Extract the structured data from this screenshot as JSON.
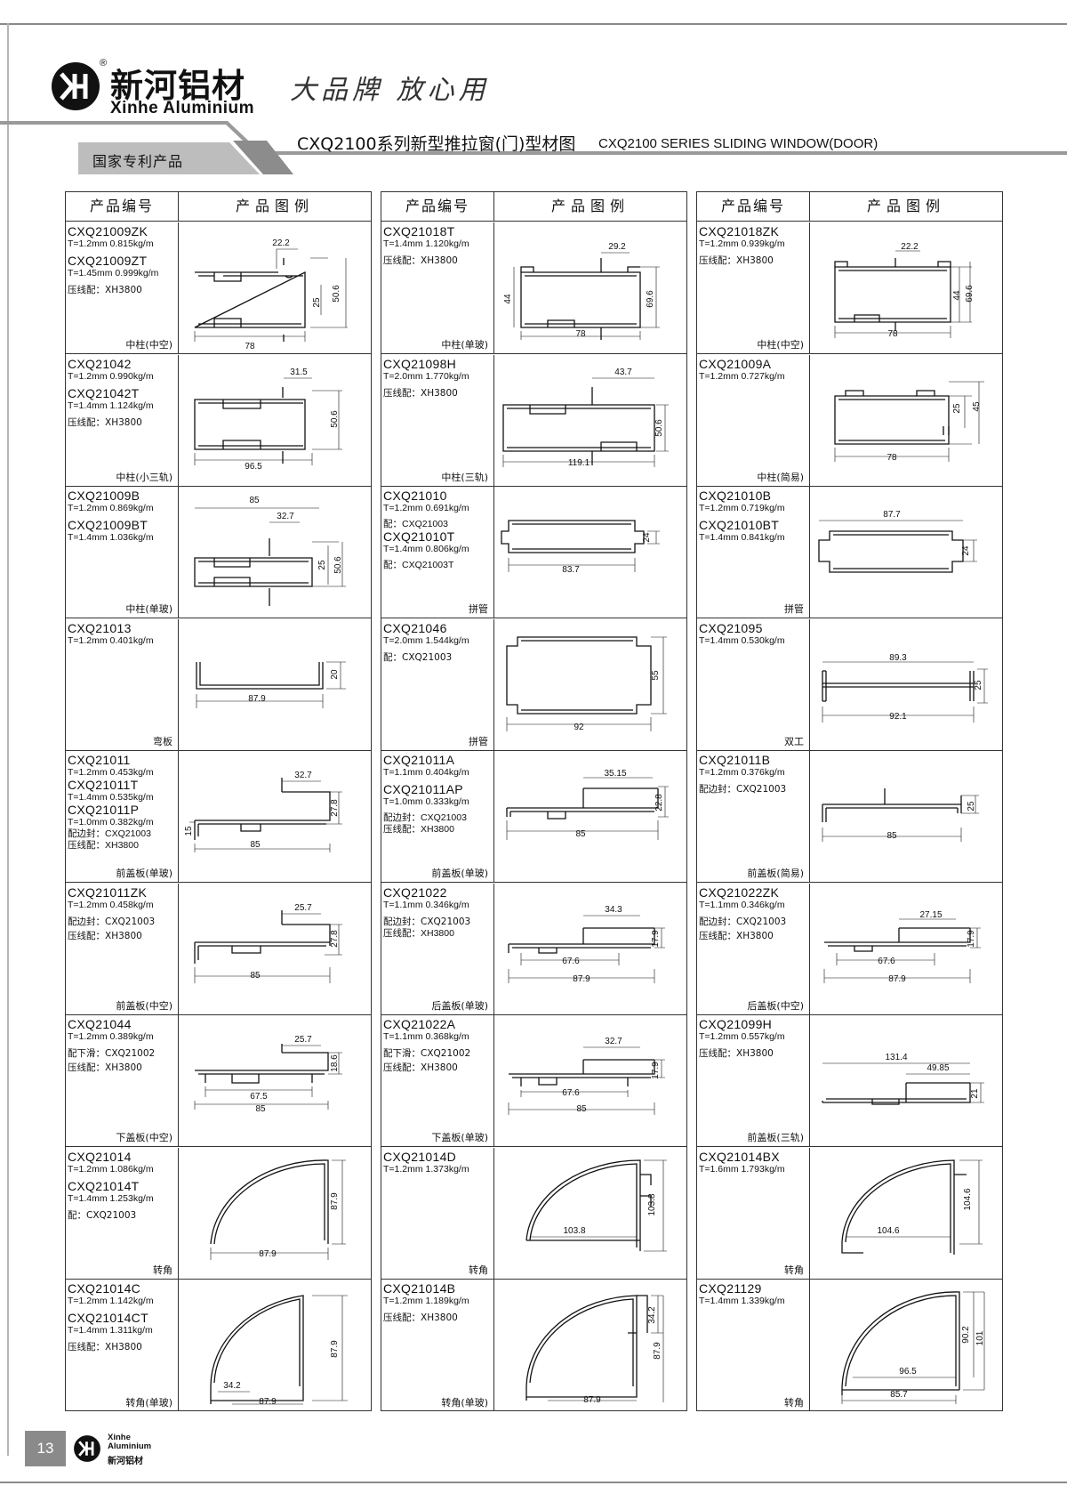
{
  "header": {
    "brand_cn": "新河铝材",
    "brand_en": "Xinhe Aluminium",
    "registered": "®",
    "slogan": "大品牌 放心用",
    "title_cn": "CXQ2100系列新型推拉窗(门)型材图",
    "title_en": "CXQ2100 SERIES SLIDING WINDOW(DOOR)",
    "patent": "国家专利产品"
  },
  "table_header": {
    "code_col": "产品编号",
    "figure_col": "产品图例"
  },
  "columns": [
    [
      {
        "lines": [
          [
            "c",
            "CXQ21009ZK"
          ],
          [
            "s",
            "T=1.2mm  0.815kg/m"
          ],
          [
            "c",
            "CXQ21009ZT"
          ],
          [
            "s",
            "T=1.45mm 0.999kg/m"
          ],
          [
            "n",
            "压线配：XH3800"
          ]
        ],
        "desc": "中柱(中空)",
        "dims": [
          "22.2",
          "25",
          "50.6",
          "78"
        ]
      },
      {
        "lines": [
          [
            "c",
            "CXQ21042"
          ],
          [
            "s",
            "T=1.2mm  0.990kg/m"
          ],
          [
            "c",
            "CXQ21042T"
          ],
          [
            "s",
            "T=1.4mm  1.124kg/m"
          ],
          [
            "n",
            "压线配：XH3800"
          ]
        ],
        "desc": "中柱(小三轨)",
        "dims": [
          "31.5",
          "50.6",
          "96.5"
        ]
      },
      {
        "lines": [
          [
            "c",
            "CXQ21009B"
          ],
          [
            "s",
            "T=1.2mm  0.869kg/m"
          ],
          [
            "c",
            "CXQ21009BT"
          ],
          [
            "s",
            "T=1.4mm  1.036kg/m"
          ]
        ],
        "desc": "中柱(单玻)",
        "dims": [
          "85",
          "32.7",
          "25",
          "50.6"
        ]
      },
      {
        "lines": [
          [
            "c",
            "CXQ21013"
          ],
          [
            "s",
            "T=1.2mm  0.401kg/m"
          ]
        ],
        "desc": "弯板",
        "dims": [
          "20",
          "87.9"
        ]
      },
      {
        "lines": [
          [
            "c",
            "CXQ21011"
          ],
          [
            "t",
            "T=1.2mm  0.453kg/m"
          ],
          [
            "c",
            "CXQ21011T"
          ],
          [
            "t",
            "T=1.4mm  0.535kg/m"
          ],
          [
            "c",
            "CXQ21011P"
          ],
          [
            "t",
            "T=1.0mm  0.382kg/m"
          ],
          [
            "t",
            "配边封：CXQ21003"
          ],
          [
            "t",
            "压线配：XH3800"
          ]
        ],
        "desc": "前盖板(单玻)",
        "dims": [
          "32.7",
          "27.8",
          "15",
          "85"
        ]
      },
      {
        "lines": [
          [
            "c",
            "CXQ21011ZK"
          ],
          [
            "s",
            "T=1.2mm  0.458kg/m"
          ],
          [
            "n",
            "配边封：CXQ21003"
          ],
          [
            "n",
            "压线配：XH3800"
          ]
        ],
        "desc": "前盖板(中空)",
        "dims": [
          "25.7",
          "27.8",
          "85"
        ]
      },
      {
        "lines": [
          [
            "c",
            "CXQ21044"
          ],
          [
            "s",
            "T=1.2mm  0.389kg/m"
          ],
          [
            "n",
            "配下滑：CXQ21002"
          ],
          [
            "n",
            "压线配：XH3800"
          ]
        ],
        "desc": "下盖板(中空)",
        "dims": [
          "25.7",
          "18.6",
          "67.5",
          "85"
        ]
      },
      {
        "lines": [
          [
            "c",
            "CXQ21014"
          ],
          [
            "s",
            "T=1.2mm  1.086kg/m"
          ],
          [
            "c",
            "CXQ21014T"
          ],
          [
            "s",
            "T=1.4mm  1.253kg/m"
          ],
          [
            "n",
            "配：CXQ21003"
          ]
        ],
        "desc": "转角",
        "dims": [
          "87.9",
          "87.9"
        ]
      },
      {
        "lines": [
          [
            "c",
            "CXQ21014C"
          ],
          [
            "s",
            "T=1.2mm  1.142kg/m"
          ],
          [
            "c",
            "CXQ21014CT"
          ],
          [
            "s",
            "T=1.4mm  1.311kg/m"
          ],
          [
            "n",
            "压线配：XH3800"
          ]
        ],
        "desc": "转角(单玻)",
        "dims": [
          "87.9",
          "34.2",
          "87.9"
        ]
      }
    ],
    [
      {
        "lines": [
          [
            "c",
            "CXQ21018T"
          ],
          [
            "s",
            "T=1.4mm  1.120kg/m"
          ],
          [
            "n",
            "压线配：XH3800"
          ]
        ],
        "desc": "中柱(单玻)",
        "dims": [
          "29.2",
          "44",
          "69.6",
          "78"
        ]
      },
      {
        "lines": [
          [
            "c",
            "CXQ21098H"
          ],
          [
            "s",
            "T=2.0mm  1.770kg/m"
          ],
          [
            "n",
            "压线配：XH3800"
          ]
        ],
        "desc": "中柱(三轨)",
        "dims": [
          "43.7",
          "50.6",
          "119.1"
        ]
      },
      {
        "lines": [
          [
            "c",
            "CXQ21010"
          ],
          [
            "s",
            "T=1.2mm  0.691kg/m"
          ],
          [
            "t",
            "配：CXQ21003"
          ],
          [
            "c",
            "CXQ21010T"
          ],
          [
            "s",
            "T=1.4mm  0.806kg/m"
          ],
          [
            "t",
            "配：CXQ21003T"
          ]
        ],
        "desc": "拼管",
        "dims": [
          "24",
          "83.7"
        ]
      },
      {
        "lines": [
          [
            "c",
            "CXQ21046"
          ],
          [
            "s",
            "T=2.0mm  1.544kg/m"
          ],
          [
            "n",
            "配：CXQ21003"
          ]
        ],
        "desc": "拼管",
        "dims": [
          "55",
          "92"
        ]
      },
      {
        "lines": [
          [
            "c",
            "CXQ21011A"
          ],
          [
            "s",
            "T=1.1mm  0.404kg/m"
          ],
          [
            "c",
            "CXQ21011AP"
          ],
          [
            "s",
            "T=1.0mm  0.333kg/m"
          ],
          [
            "t",
            "配边封：CXQ21003"
          ],
          [
            "t",
            "压线配：XH3800"
          ]
        ],
        "desc": "前盖板(单玻)",
        "dims": [
          "35.15",
          "22.8",
          "85"
        ]
      },
      {
        "lines": [
          [
            "c",
            "CXQ21022"
          ],
          [
            "s",
            "T=1.1mm  0.346kg/m"
          ],
          [
            "n",
            "配边封：CXQ21003"
          ],
          [
            "t",
            "压线配：XH3800"
          ]
        ],
        "desc": "后盖板(单玻)",
        "dims": [
          "34.3",
          "17.9",
          "67.6",
          "87.9"
        ]
      },
      {
        "lines": [
          [
            "c",
            "CXQ21022A"
          ],
          [
            "s",
            "T=1.1mm  0.368kg/m"
          ],
          [
            "n",
            "配下滑：CXQ21002"
          ],
          [
            "n",
            "压线配：XH3800"
          ]
        ],
        "desc": "下盖板(单玻)",
        "dims": [
          "32.7",
          "17.9",
          "67.6",
          "85"
        ]
      },
      {
        "lines": [
          [
            "c",
            "CXQ21014D"
          ],
          [
            "s",
            "T=1.2mm  1.373kg/m"
          ]
        ],
        "desc": "转角",
        "dims": [
          "103.8",
          "103.8"
        ]
      },
      {
        "lines": [
          [
            "c",
            "CXQ21014B"
          ],
          [
            "s",
            "T=1.2mm  1.189kg/m"
          ],
          [
            "n",
            "压线配：XH3800"
          ]
        ],
        "desc": "转角(单玻)",
        "dims": [
          "34.2",
          "87.9",
          "87.9"
        ]
      }
    ],
    [
      {
        "lines": [
          [
            "c",
            "CXQ21018ZK"
          ],
          [
            "s",
            "T=1.2mm  0.939kg/m"
          ],
          [
            "n",
            "压线配：XH3800"
          ]
        ],
        "desc": "中柱(中空)",
        "dims": [
          "22.2",
          "44",
          "69.6",
          "78"
        ]
      },
      {
        "lines": [
          [
            "c",
            "CXQ21009A"
          ],
          [
            "s",
            "T=1.2mm  0.727kg/m"
          ]
        ],
        "desc": "中柱(简易)",
        "dims": [
          "25",
          "45",
          "78"
        ]
      },
      {
        "lines": [
          [
            "c",
            "CXQ21010B"
          ],
          [
            "s",
            "T=1.2mm  0.719kg/m"
          ],
          [
            "c",
            "CXQ21010BT"
          ],
          [
            "s",
            "T=1.4mm  0.841kg/m"
          ]
        ],
        "desc": "拼管",
        "dims": [
          "87.7",
          "24"
        ]
      },
      {
        "lines": [
          [
            "c",
            "CXQ21095"
          ],
          [
            "s",
            "T=1.4mm  0.530kg/m"
          ]
        ],
        "desc": "双工",
        "dims": [
          "89.3",
          "25",
          "92.1"
        ]
      },
      {
        "lines": [
          [
            "c",
            "CXQ21011B"
          ],
          [
            "s",
            "T=1.2mm  0.376kg/m"
          ],
          [
            "n",
            "配边封：CXQ21003"
          ]
        ],
        "desc": "前盖板(简易)",
        "dims": [
          "25",
          "85"
        ]
      },
      {
        "lines": [
          [
            "c",
            "CXQ21022ZK"
          ],
          [
            "s",
            "T=1.1mm  0.346kg/m"
          ],
          [
            "n",
            "配边封：CXQ21003"
          ],
          [
            "n",
            "压线配：XH3800"
          ]
        ],
        "desc": "后盖板(中空)",
        "dims": [
          "27.15",
          "17.9",
          "67.6",
          "87.9"
        ]
      },
      {
        "lines": [
          [
            "c",
            "CXQ21099H"
          ],
          [
            "s",
            "T=1.2mm  0.557kg/m"
          ],
          [
            "n",
            "压线配：XH3800"
          ]
        ],
        "desc": "前盖板(三轨)",
        "dims": [
          "131.4",
          "49.85",
          "21"
        ]
      },
      {
        "lines": [
          [
            "c",
            "CXQ21014BX"
          ],
          [
            "s",
            "T=1.6mm  1.793kg/m"
          ]
        ],
        "desc": "转角",
        "dims": [
          "104.6",
          "104.6"
        ]
      },
      {
        "lines": [
          [
            "c",
            "CXQ21129"
          ],
          [
            "s",
            "T=1.4mm  1.339kg/m"
          ]
        ],
        "desc": "转角",
        "dims": [
          "90.2",
          "101",
          "96.5",
          "85.7"
        ]
      }
    ]
  ],
  "footer": {
    "page_number": "13",
    "brand_en_1": "Xinhe",
    "brand_en_2": "Aluminium",
    "brand_cn": "新河铝材"
  }
}
